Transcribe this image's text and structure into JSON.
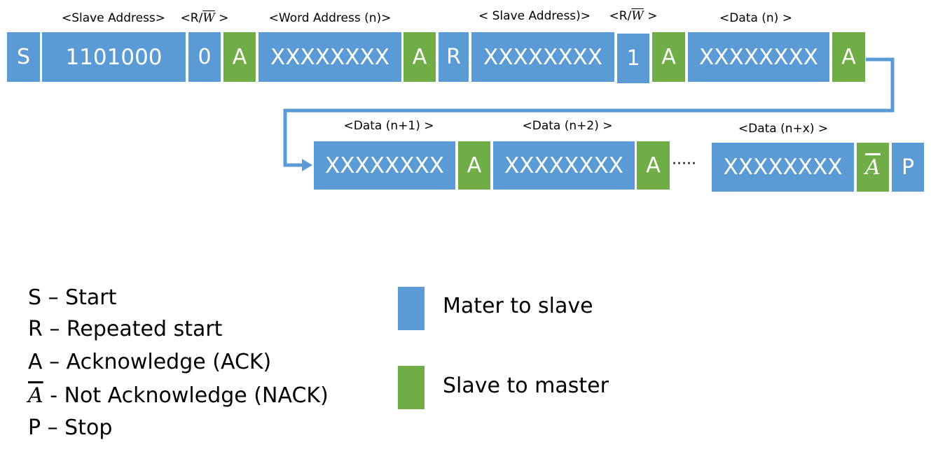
{
  "colors": {
    "master_to_slave": "#5b9bd5",
    "slave_to_master": "#70ad47",
    "arrow": "#5b9bd5"
  },
  "row1": {
    "segments": [
      {
        "text": "S",
        "kind": "master"
      },
      {
        "text": "1101000",
        "kind": "master"
      },
      {
        "text": "0",
        "kind": "master"
      },
      {
        "text": "A",
        "kind": "slave"
      },
      {
        "text": "XXXXXXXX",
        "kind": "master"
      },
      {
        "text": "A",
        "kind": "slave"
      },
      {
        "text": "R",
        "kind": "master"
      },
      {
        "text": "XXXXXXXX",
        "kind": "master"
      },
      {
        "text": "1",
        "kind": "master"
      },
      {
        "text": "A",
        "kind": "slave"
      },
      {
        "text": "XXXXXXXX",
        "kind": "master"
      },
      {
        "text": "A",
        "kind": "slave"
      }
    ],
    "labels": {
      "slave_address": "<Slave Address>",
      "rw_1_prefix": "<R/",
      "rw_1_w": "W",
      "rw_1_suffix": " >",
      "word_address": "<Word Address (n)>",
      "slave_address_2": "< Slave Address)>",
      "rw_2_prefix": "<R/",
      "rw_2_w": "W",
      "rw_2_suffix": " >",
      "data_n": "<Data (n) >"
    }
  },
  "row2": {
    "segments": [
      {
        "text": "XXXXXXXX",
        "kind": "master"
      },
      {
        "text": "A",
        "kind": "slave"
      },
      {
        "text": "XXXXXXXX",
        "kind": "master"
      },
      {
        "text": "A",
        "kind": "slave"
      },
      {
        "text": "XXXXXXXX",
        "kind": "master"
      },
      {
        "text": "A",
        "kind": "slave",
        "overline": true
      },
      {
        "text": "P",
        "kind": "master"
      }
    ],
    "labels": {
      "data_n1": "<Data (n+1) >",
      "data_n2": "<Data (n+2) >",
      "data_nx": "<Data (n+x) >"
    },
    "ellipsis": "·····"
  },
  "legend": {
    "items": [
      {
        "symbol": "S",
        "text": " – Start"
      },
      {
        "symbol": "R",
        "text": " – Repeated start"
      },
      {
        "symbol": "A",
        "text": " – Acknowledge (ACK)"
      },
      {
        "symbol": "A",
        "text": " - Not Acknowledge (NACK)",
        "overline": true
      },
      {
        "symbol": "P",
        "text": " – Stop"
      }
    ],
    "master_to_slave": "Mater to slave",
    "slave_to_master": "Slave to master"
  }
}
